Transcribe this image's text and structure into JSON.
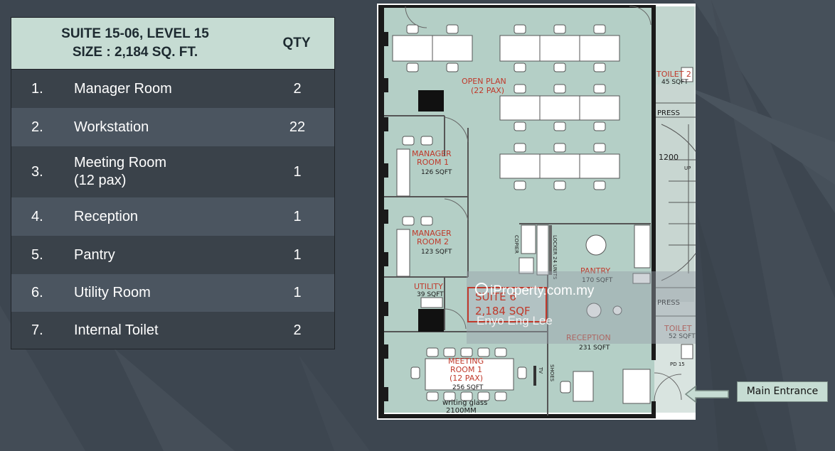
{
  "table": {
    "header_line1": "SUITE 15-06, LEVEL 15",
    "header_line2": "SIZE : 2,184 SQ. FT.",
    "qty_header": "QTY",
    "rows": [
      {
        "num": "1.",
        "item": "Manager Room",
        "item2": "",
        "qty": "2"
      },
      {
        "num": "2.",
        "item": "Workstation",
        "item2": "",
        "qty": "22"
      },
      {
        "num": "3.",
        "item": "Meeting Room",
        "item2": "(12 pax)",
        "qty": "1"
      },
      {
        "num": "4.",
        "item": "Reception",
        "item2": "",
        "qty": "1"
      },
      {
        "num": "5.",
        "item": "Pantry",
        "item2": "",
        "qty": "1"
      },
      {
        "num": "6.",
        "item": "Utility Room",
        "item2": "",
        "qty": "1"
      },
      {
        "num": "7.",
        "item": "Internal Toilet",
        "item2": "",
        "qty": "2"
      }
    ]
  },
  "plan": {
    "open_plan": "OPEN PLAN",
    "open_plan_pax": "(22 PAX)",
    "manager1_a": "MANAGER",
    "manager1_b": "ROOM 1",
    "manager1_area": "126 SQFT",
    "manager2_a": "MANAGER",
    "manager2_b": "ROOM 2",
    "manager2_area": "123 SQFT",
    "utility": "UTILITY",
    "utility_area": "39 SQFT",
    "pantry": "PANTRY",
    "pantry_area": "170 SQFT",
    "reception": "RECEPTION",
    "reception_area": "231 SQFT",
    "meeting_a": "MEETING",
    "meeting_b": "ROOM 1",
    "meeting_c": "(12 PAX)",
    "meeting_area": "256 SQFT",
    "writing_glass": "writing glass",
    "glass_size": "2100MM",
    "toilet2": "TOILET 2",
    "toilet2_area": "45 SQFT",
    "toilet": "TOILET",
    "toilet_area": "52 SQFT",
    "press1": "PRESS",
    "press2": "PRESS",
    "stair_size": "1200",
    "up": "UP",
    "copier": "COPIER",
    "locker": "LOCKER 24 UNITS",
    "shoes": "SHOES",
    "tv": "TV",
    "door_code": "PD 15"
  },
  "watermark": {
    "site": "iProperty.com.my",
    "suite_line1": "SUITE 6",
    "suite_line2": "2,184 SQF",
    "agent": "Enyo Eng Lee"
  },
  "entrance": {
    "label": "Main Entrance"
  },
  "colors": {
    "header": "#c6dcd3",
    "row_dark": "#3a424a",
    "row_light": "#4b5560",
    "plan_floor": "#b4cfc6",
    "label_red": "#c0392b"
  }
}
